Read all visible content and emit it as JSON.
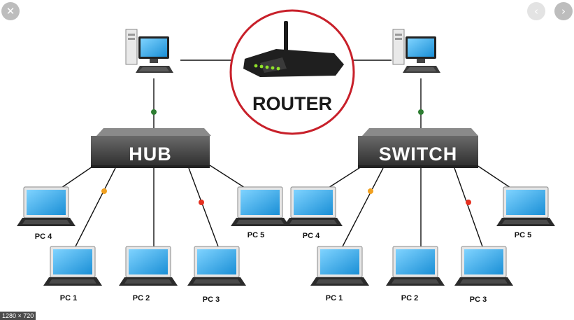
{
  "viewer": {
    "close_glyph": "✕",
    "prev_glyph": "‹",
    "next_glyph": "›",
    "dimensions": "1280 × 720"
  },
  "diagram": {
    "router_label": "ROUTER",
    "hub_label": "HUB",
    "switch_label": "SWITCH",
    "hub_pcs": [
      "PC 4",
      "PC 1",
      "PC 2",
      "PC 3",
      "PC 5"
    ],
    "switch_pcs": [
      "PC 4",
      "PC 1",
      "PC 2",
      "PC 3",
      "PC 5"
    ]
  },
  "colors": {
    "router_ring": "#c8202a",
    "device_box": "#3d3d3d",
    "screen": "#2aa4e6",
    "led_green": "#2e7d32",
    "led_orange": "#f0a020",
    "led_red": "#e53020"
  }
}
